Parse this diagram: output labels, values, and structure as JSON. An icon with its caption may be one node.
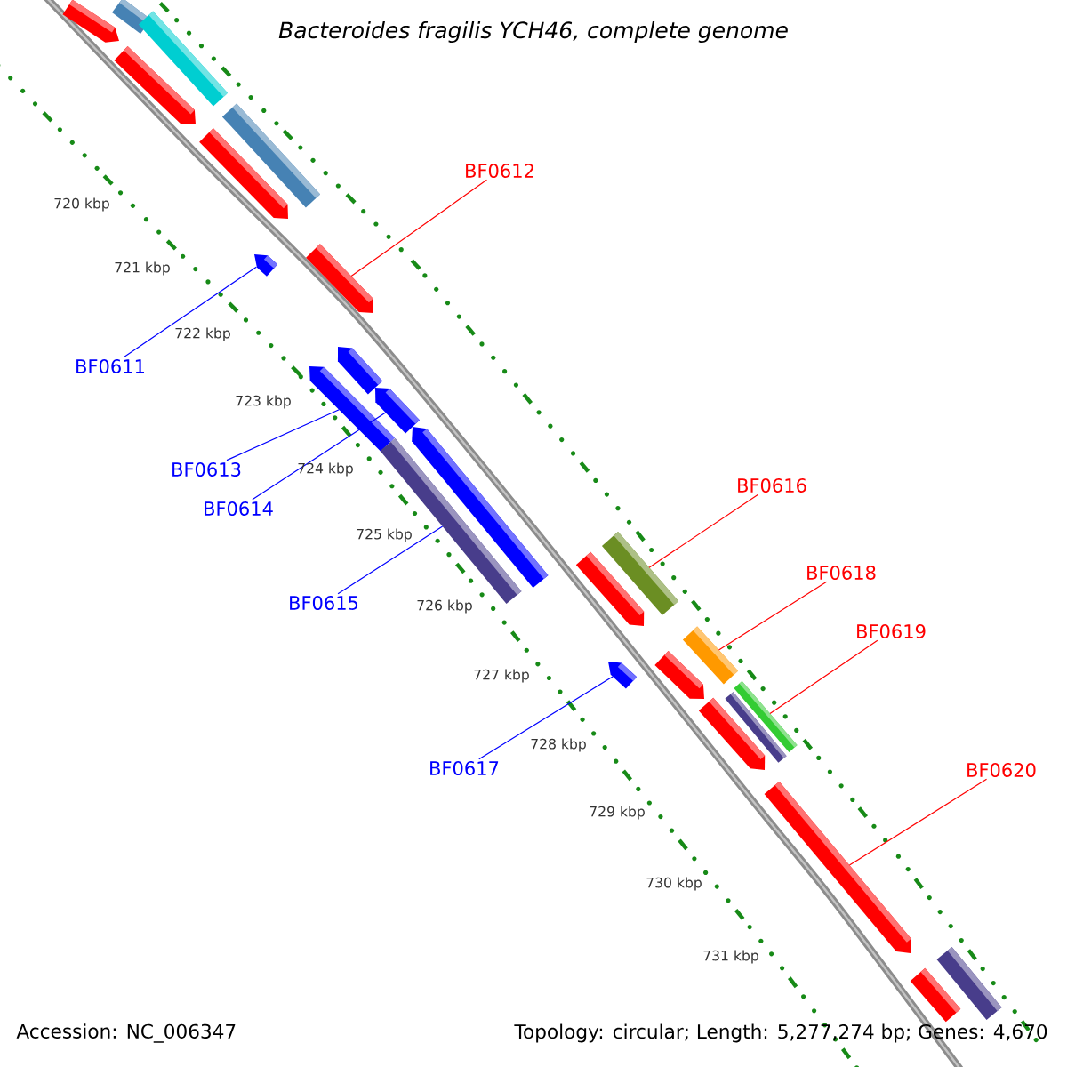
{
  "diagram": {
    "title": "Bacteroides fragilis YCH46, complete genome",
    "nodes": [
      {
        "text": [
          "BF0612"
        ]
      },
      {
        "text": [
          "BF0611"
        ]
      },
      {
        "text": [
          "BF0613"
        ]
      },
      {
        "text": [
          "BF0616"
        ]
      },
      {
        "text": [
          "BF0614"
        ]
      },
      {
        "text": [
          "BF0618"
        ]
      },
      {
        "text": [
          "BF0615"
        ]
      },
      {
        "text": [
          "BF0619"
        ]
      },
      {
        "text": [
          "BF0617"
        ]
      },
      {
        "text": [
          "BF0620"
        ]
      },
      {
        "text": [],
        "shape": "bar"
      },
      {
        "text": [],
        "shape": "bar"
      },
      {
        "text": [],
        "shape": "bar"
      },
      {
        "text": [],
        "shape": "bar"
      },
      {
        "text": [],
        "shape": "bar"
      },
      {
        "text": [],
        "shape": "bar"
      },
      {
        "text": [],
        "shape": "bar"
      },
      {
        "text": [],
        "shape": "bar"
      },
      {
        "text": [],
        "shape": "bar"
      },
      {
        "text": [],
        "shape": "bar"
      },
      {
        "text": [],
        "shape": "bar"
      },
      {
        "text": [],
        "shape": "bar"
      },
      {
        "text": [],
        "shape": "bar"
      },
      {
        "text": [],
        "shape": "bar"
      },
      {
        "text": [],
        "shape": "bar"
      },
      {
        "text": [],
        "shape": "bar"
      },
      {
        "text": [],
        "shape": "bar"
      },
      {
        "text": [],
        "shape": "bar"
      },
      {
        "text": [],
        "shape": "bar"
      },
      {
        "text": [],
        "shape": "bar"
      },
      {
        "text": [],
        "shape": "bar"
      },
      {
        "text": [],
        "shape": "bar"
      },
      {
        "text": [],
        "shape": "bar"
      },
      {
        "text": [],
        "shape": "bar"
      }
    ],
    "edges": [
      {
        "from": 0,
        "to": 17,
        "arrow": "none"
      },
      {
        "from": 1,
        "to": 16,
        "arrow": "none",
        "color": "#0000ff"
      },
      {
        "from": 2,
        "to": 19,
        "arrow": "none",
        "color": "#0000ff"
      },
      {
        "from": 3,
        "to": 23,
        "arrow": "none"
      },
      {
        "from": 4,
        "to": 20,
        "arrow": "none",
        "color": "#0000ff"
      },
      {
        "from": 5,
        "to": 25,
        "arrow": "none"
      },
      {
        "from": 6,
        "to": 22,
        "arrow": "none",
        "color": "#0000ff"
      },
      {
        "from": 7,
        "to": 28,
        "arrow": "none"
      },
      {
        "from": 8,
        "to": 26,
        "arrow": "none",
        "color": "#0000ff"
      },
      {
        "from": 9,
        "to": 31,
        "arrow": "none"
      }
    ],
    "labels": [
      "720 kbp",
      "721 kbp",
      "722 kbp",
      "723 kbp",
      "724 kbp",
      "725 kbp",
      "726 kbp",
      "727 kbp",
      "728 kbp",
      "729 kbp",
      "730 kbp",
      "731 kbp",
      "Accession: NC_006347",
      "Topology: circular; Length: 5,277,274 bp; Genes: 4,670"
    ]
  }
}
